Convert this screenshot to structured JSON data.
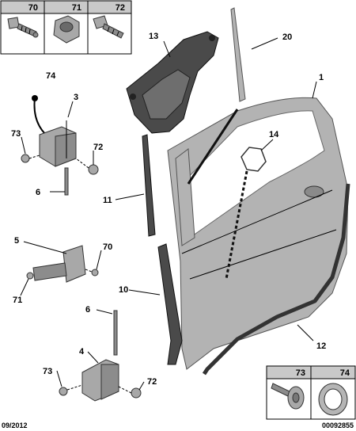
{
  "callouts": {
    "c1": "1",
    "c3": "3",
    "c4": "4",
    "c5": "5",
    "c6a": "6",
    "c6b": "6",
    "c10": "10",
    "c11": "11",
    "c12": "12",
    "c13": "13",
    "c14": "14",
    "c20": "20",
    "c70": "70",
    "c71": "71",
    "c72a": "72",
    "c72b": "72",
    "c73a": "73",
    "c73b": "73",
    "c74": "74"
  },
  "top_box": {
    "labels": [
      "70",
      "71",
      "72"
    ]
  },
  "bottom_box": {
    "labels": [
      "73",
      "74"
    ]
  },
  "footer": {
    "date": "09/2012",
    "ref": "00092855"
  },
  "colors": {
    "door": "#b3b3b3",
    "rubber": "#4a4a4a",
    "metal": "#a8a8a8",
    "header": "#c9c9c9"
  }
}
